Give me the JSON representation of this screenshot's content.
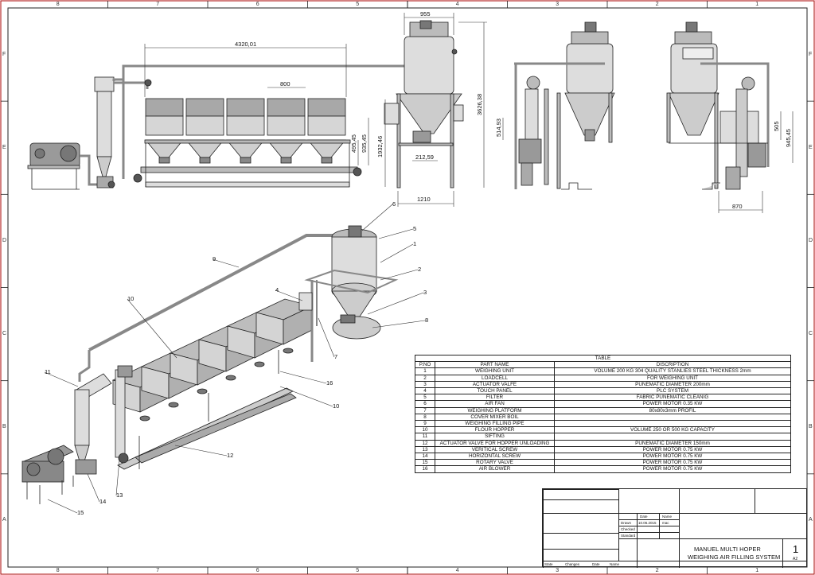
{
  "zones": {
    "columns": [
      "8",
      "7",
      "6",
      "5",
      "4",
      "3",
      "2",
      "1"
    ],
    "rows": [
      "F",
      "E",
      "D",
      "C",
      "B",
      "A"
    ]
  },
  "dimensions": {
    "top_width": "955",
    "length": "4320,01",
    "hopper_spacing": "800",
    "d1": "495,45",
    "d2": "935,45",
    "d3": "1932,46",
    "height": "3626,38",
    "outlet": "212,59",
    "base": "1210",
    "side_left": "514,93",
    "side_right1": "505",
    "side_right2": "945,45",
    "side_base": "870"
  },
  "balloons": [
    "1",
    "2",
    "3",
    "4",
    "5",
    "6",
    "7",
    "8",
    "9",
    "10",
    "10",
    "11",
    "12",
    "13",
    "14",
    "15",
    "16"
  ],
  "table": {
    "title": "TABLE",
    "headers": [
      "P.NO",
      "PART NAME",
      "DISCRIPTION"
    ],
    "rows": [
      [
        "1",
        "WEIGHING UNIT",
        "VOLUME 200 KG 304 QUALITY STANLIES STEEL THICKNESS 2mm"
      ],
      [
        "2",
        "LOADCELL",
        "FOR WEIGHING UNIT"
      ],
      [
        "3",
        "ACTUATOR VALFE",
        "PUNEMATIC DIAMETER 200mm"
      ],
      [
        "4",
        "TOUCH PANEL",
        "PLC SYSTEM"
      ],
      [
        "5",
        "FILTER",
        "FABRIC PUNEMATIC CLEANIG"
      ],
      [
        "6",
        "AIR FAN",
        "POWER MOTOR 0.35 KW"
      ],
      [
        "7",
        "WEIGHING PLATFORM",
        "80x80x3mm PROFIL"
      ],
      [
        "8",
        "COVER MIXER BOIL",
        ""
      ],
      [
        "9",
        "WEIGHING FILLING PIPE",
        ""
      ],
      [
        "10",
        "FLOUR HOPPER",
        "VOLUME 250 OR 500 KG CAPACITY"
      ],
      [
        "11",
        "SIFTING",
        ""
      ],
      [
        "12",
        "ACTUATOR VALVE FOR HOPPER UNLOADING",
        "PUNEMATIC DIAMETER 150mm"
      ],
      [
        "13",
        "VERITICAL SCREW",
        "POWER MOTOR 0.75 KW"
      ],
      [
        "14",
        "HORIZONTAL SCREW",
        "POWER MOTOR 0.75 KW"
      ],
      [
        "15",
        "ROTARY VALVE",
        "POWER MOTOR 0.75 KW"
      ],
      [
        "16",
        "AIR BLOWER",
        "POWER MOTOR 0.75 KW"
      ]
    ]
  },
  "title_block": {
    "col_date": "Date",
    "col_name": "Name",
    "drawn": "Drawn",
    "drawn_date": "10.06.2015",
    "drawn_name": "mac",
    "checked": "Checked",
    "standard": "Standard",
    "state": "State",
    "changes": "Changes",
    "date": "Date",
    "name": "Name",
    "title_line1": "MANUEL MULTI HOPER",
    "title_line2": "WEIGHING AIR FILLING SYSTEM",
    "sheet": "1",
    "size": "A2"
  }
}
